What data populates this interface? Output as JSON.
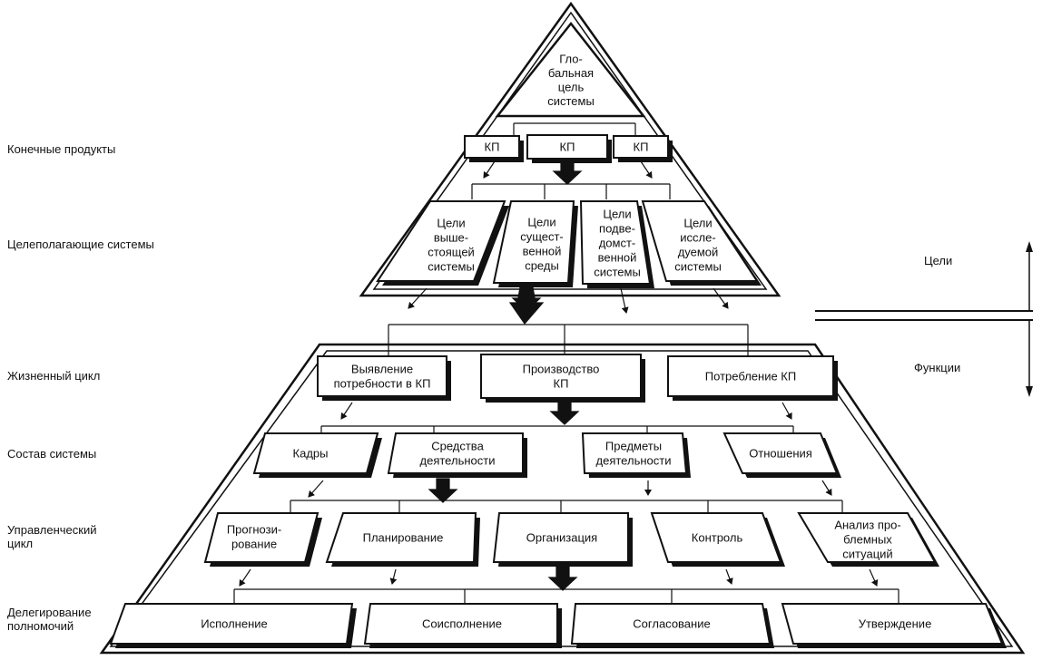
{
  "left_labels": [
    {
      "id": "lvl-kp",
      "lines": [
        "Конечные продукты"
      ]
    },
    {
      "id": "lvl-goals",
      "lines": [
        "Целеполагающие системы"
      ]
    },
    {
      "id": "lvl-life",
      "lines": [
        "Жизненный цикл"
      ]
    },
    {
      "id": "lvl-comp",
      "lines": [
        "Состав системы"
      ]
    },
    {
      "id": "lvl-mgmt",
      "lines": [
        "Управленческий",
        "цикл"
      ]
    },
    {
      "id": "lvl-deleg",
      "lines": [
        "Делегирование",
        "полномочий"
      ]
    }
  ],
  "right_labels": {
    "goals": "Цели",
    "functions": "Функции"
  },
  "apex_box": [
    "Гло-",
    "бальная",
    "цель",
    "системы"
  ],
  "kp_boxes": [
    "КП",
    "КП",
    "КП"
  ],
  "goal_boxes": [
    [
      "Цели",
      "выше-",
      "стоящей",
      "системы"
    ],
    [
      "Цели",
      "сущест-",
      "венной",
      "среды"
    ],
    [
      "Цели",
      "подве-",
      "домст-",
      "венной",
      "системы"
    ],
    [
      "Цели",
      "иссле-",
      "дуемой",
      "системы"
    ]
  ],
  "lifecycle_boxes": [
    [
      "Выявление",
      "потребности в КП"
    ],
    [
      "Производство",
      "КП"
    ],
    [
      "Потребление  КП"
    ]
  ],
  "composition_boxes": [
    [
      "Кадры"
    ],
    [
      "Средства",
      "деятельности"
    ],
    [
      "Предметы",
      "деятельности"
    ],
    [
      "Отношения"
    ]
  ],
  "management_boxes": [
    [
      "Прогнози-",
      "рование"
    ],
    [
      "Планирование"
    ],
    [
      "Организация"
    ],
    [
      "Контроль"
    ],
    [
      "Анализ про-",
      "блемных",
      "ситуаций"
    ]
  ],
  "delegation_boxes": [
    [
      "Исполнение"
    ],
    [
      "Соисполнение"
    ],
    [
      "Согласование"
    ],
    [
      "Утверждение"
    ]
  ]
}
